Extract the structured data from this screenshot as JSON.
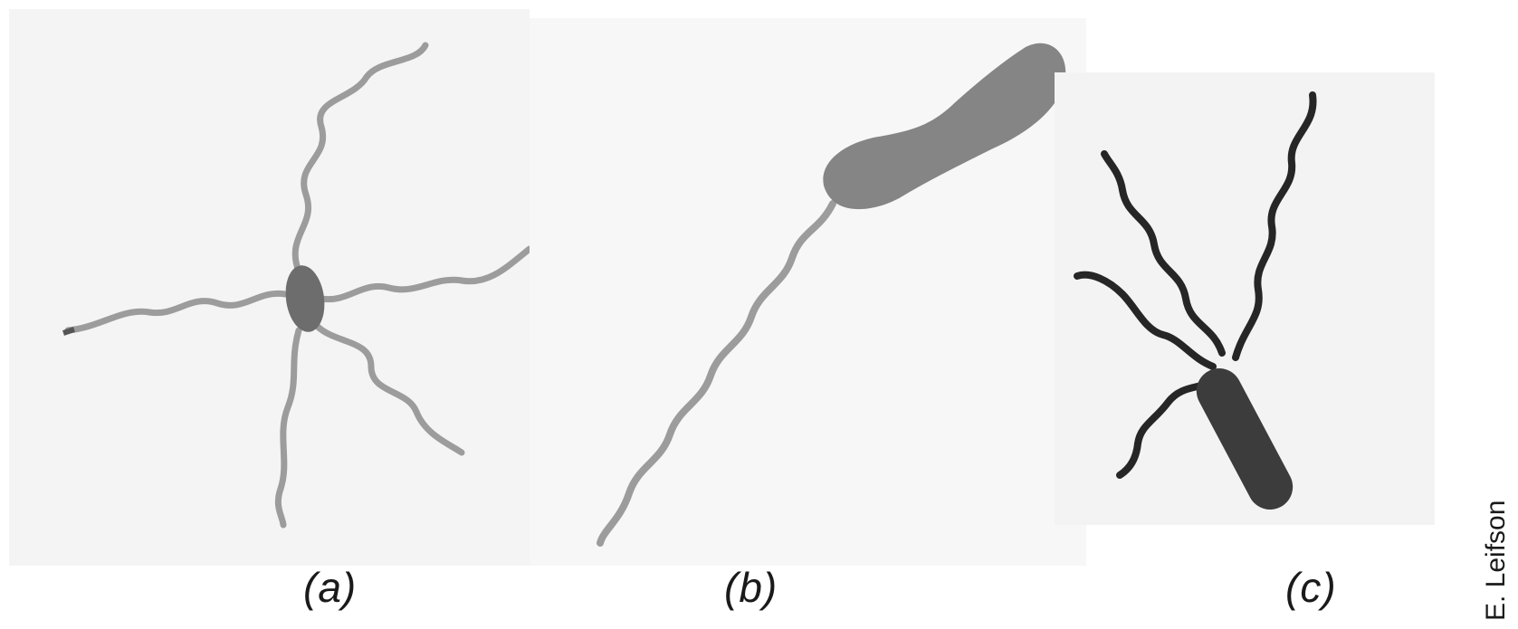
{
  "panels": [
    {
      "id": "a",
      "label": "(a)"
    },
    {
      "id": "b",
      "label": "(b)"
    },
    {
      "id": "c",
      "label": "(c)"
    }
  ],
  "credit": "E. Leifson",
  "colors": {
    "background_a": "#f4f4f4",
    "background_b": "#f7f7f7",
    "background_c": "#f3f3f3",
    "flagella_light": "#9c9c9c",
    "cell_light": "#6d6d6d",
    "cell_b": "#858585",
    "flagella_dark": "#262626",
    "cell_dark": "#3c3c3c"
  }
}
